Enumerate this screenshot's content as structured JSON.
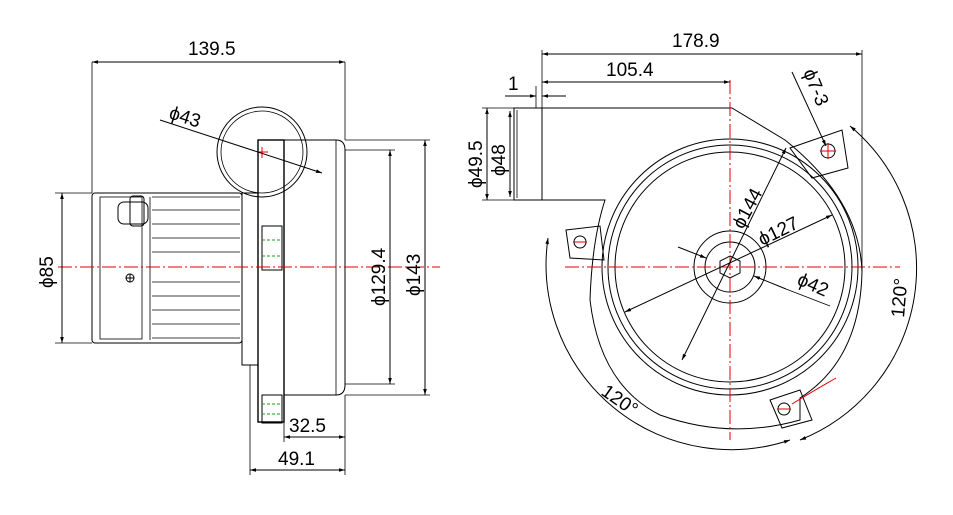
{
  "drawing": {
    "side_view": {
      "overall_length": "139.5",
      "outlet_diameter": "ϕ43",
      "motor_diameter": "ϕ85",
      "housing_diameter_inner": "ϕ129.4",
      "housing_diameter_outer": "ϕ143",
      "depth_inner": "32.5",
      "depth_overall": "49.1"
    },
    "front_view": {
      "overall_width": "178.9",
      "outlet_offset": "105.4",
      "wall_thickness": "1",
      "outlet_outer": "ϕ49.5",
      "outlet_inner": "ϕ48",
      "mount_holes": "ϕ7-3",
      "bolt_circle": "ϕ144",
      "impeller_diameter": "ϕ127",
      "hub_diameter": "ϕ42",
      "angle_right": "120°",
      "angle_bottom": "120°"
    }
  },
  "colors": {
    "line": "#000000",
    "centerline": "#e00000",
    "hidden": "#1a9a1a"
  }
}
